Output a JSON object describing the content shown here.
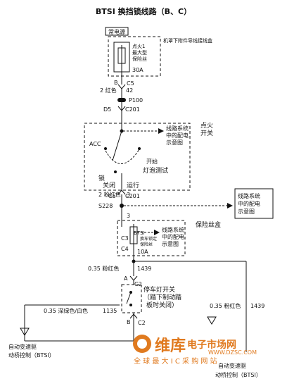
{
  "title": "BTSI 换挡锁线路（B、C）",
  "labels": {
    "hot_box": "常电源",
    "fuse1_line1": "点火1",
    "fuse1_line2": "最大型",
    "fuse1_line3": "保险丝",
    "fuse1_amp": "30A",
    "fuse1_note": "机罩下附件导线接线盒",
    "b": "B",
    "c5_top": "C5",
    "pin42": "42",
    "wire1": "2 红色",
    "p100": "P100",
    "d5": "D5",
    "c201_top": "C201",
    "ign_title1": "点火",
    "ign_title2": "开关",
    "ign_ref1": "线路系统",
    "ign_ref2": "中的配电",
    "ign_ref3": "示意图",
    "acc": "ACC",
    "start": "开始",
    "lamp_test": "灯泡测试",
    "lock": "锁",
    "off": "关闭",
    "run": "运行",
    "c5_bot": "C5",
    "c201_bot": "C201",
    "wire2": "2 粉红色",
    "pin3a": "3",
    "s228": "S228",
    "pin3b": "3",
    "ref2_1": "线路系统",
    "ref2_2": "中的配电",
    "ref2_3": "示意图",
    "fusebox": "保险丝盒",
    "c3": "C3",
    "btsi": "BTSI",
    "fuse2_1": "换车锁定",
    "fuse2_2": "保险丝",
    "fuse2_amp": "10A",
    "c4": "C4",
    "ref3_1": "线路系统",
    "ref3_2": "中的配电",
    "ref3_3": "示意图",
    "wire3": "0.35 粉红色",
    "pin1439a": "1439",
    "a": "A",
    "c2_top": "C2",
    "brake1": "停车灯开关",
    "brake2": "（踏下制动踏",
    "brake3": "板时关闭）",
    "wire4": "0.35 深绿色/白色",
    "pin1135": "1135",
    "b2": "B",
    "c2_bot": "C2",
    "wire5": "0.35 粉红色",
    "pin1439b": "1439",
    "ecu_left1": "自动变速驱",
    "ecu_left2": "动桥控制（BTSI）",
    "ecu_right1": "自动变速驱",
    "ecu_right2": "动桥控制（BTSI）"
  },
  "watermark": {
    "brand": "维库",
    "site": "电子市场网",
    "url": "WWW.DZSC.COM",
    "slogan": "全 球 最 大 I C 采 购 网 站"
  },
  "colors": {
    "watermark": "#e07a1f",
    "line": "#111111"
  }
}
